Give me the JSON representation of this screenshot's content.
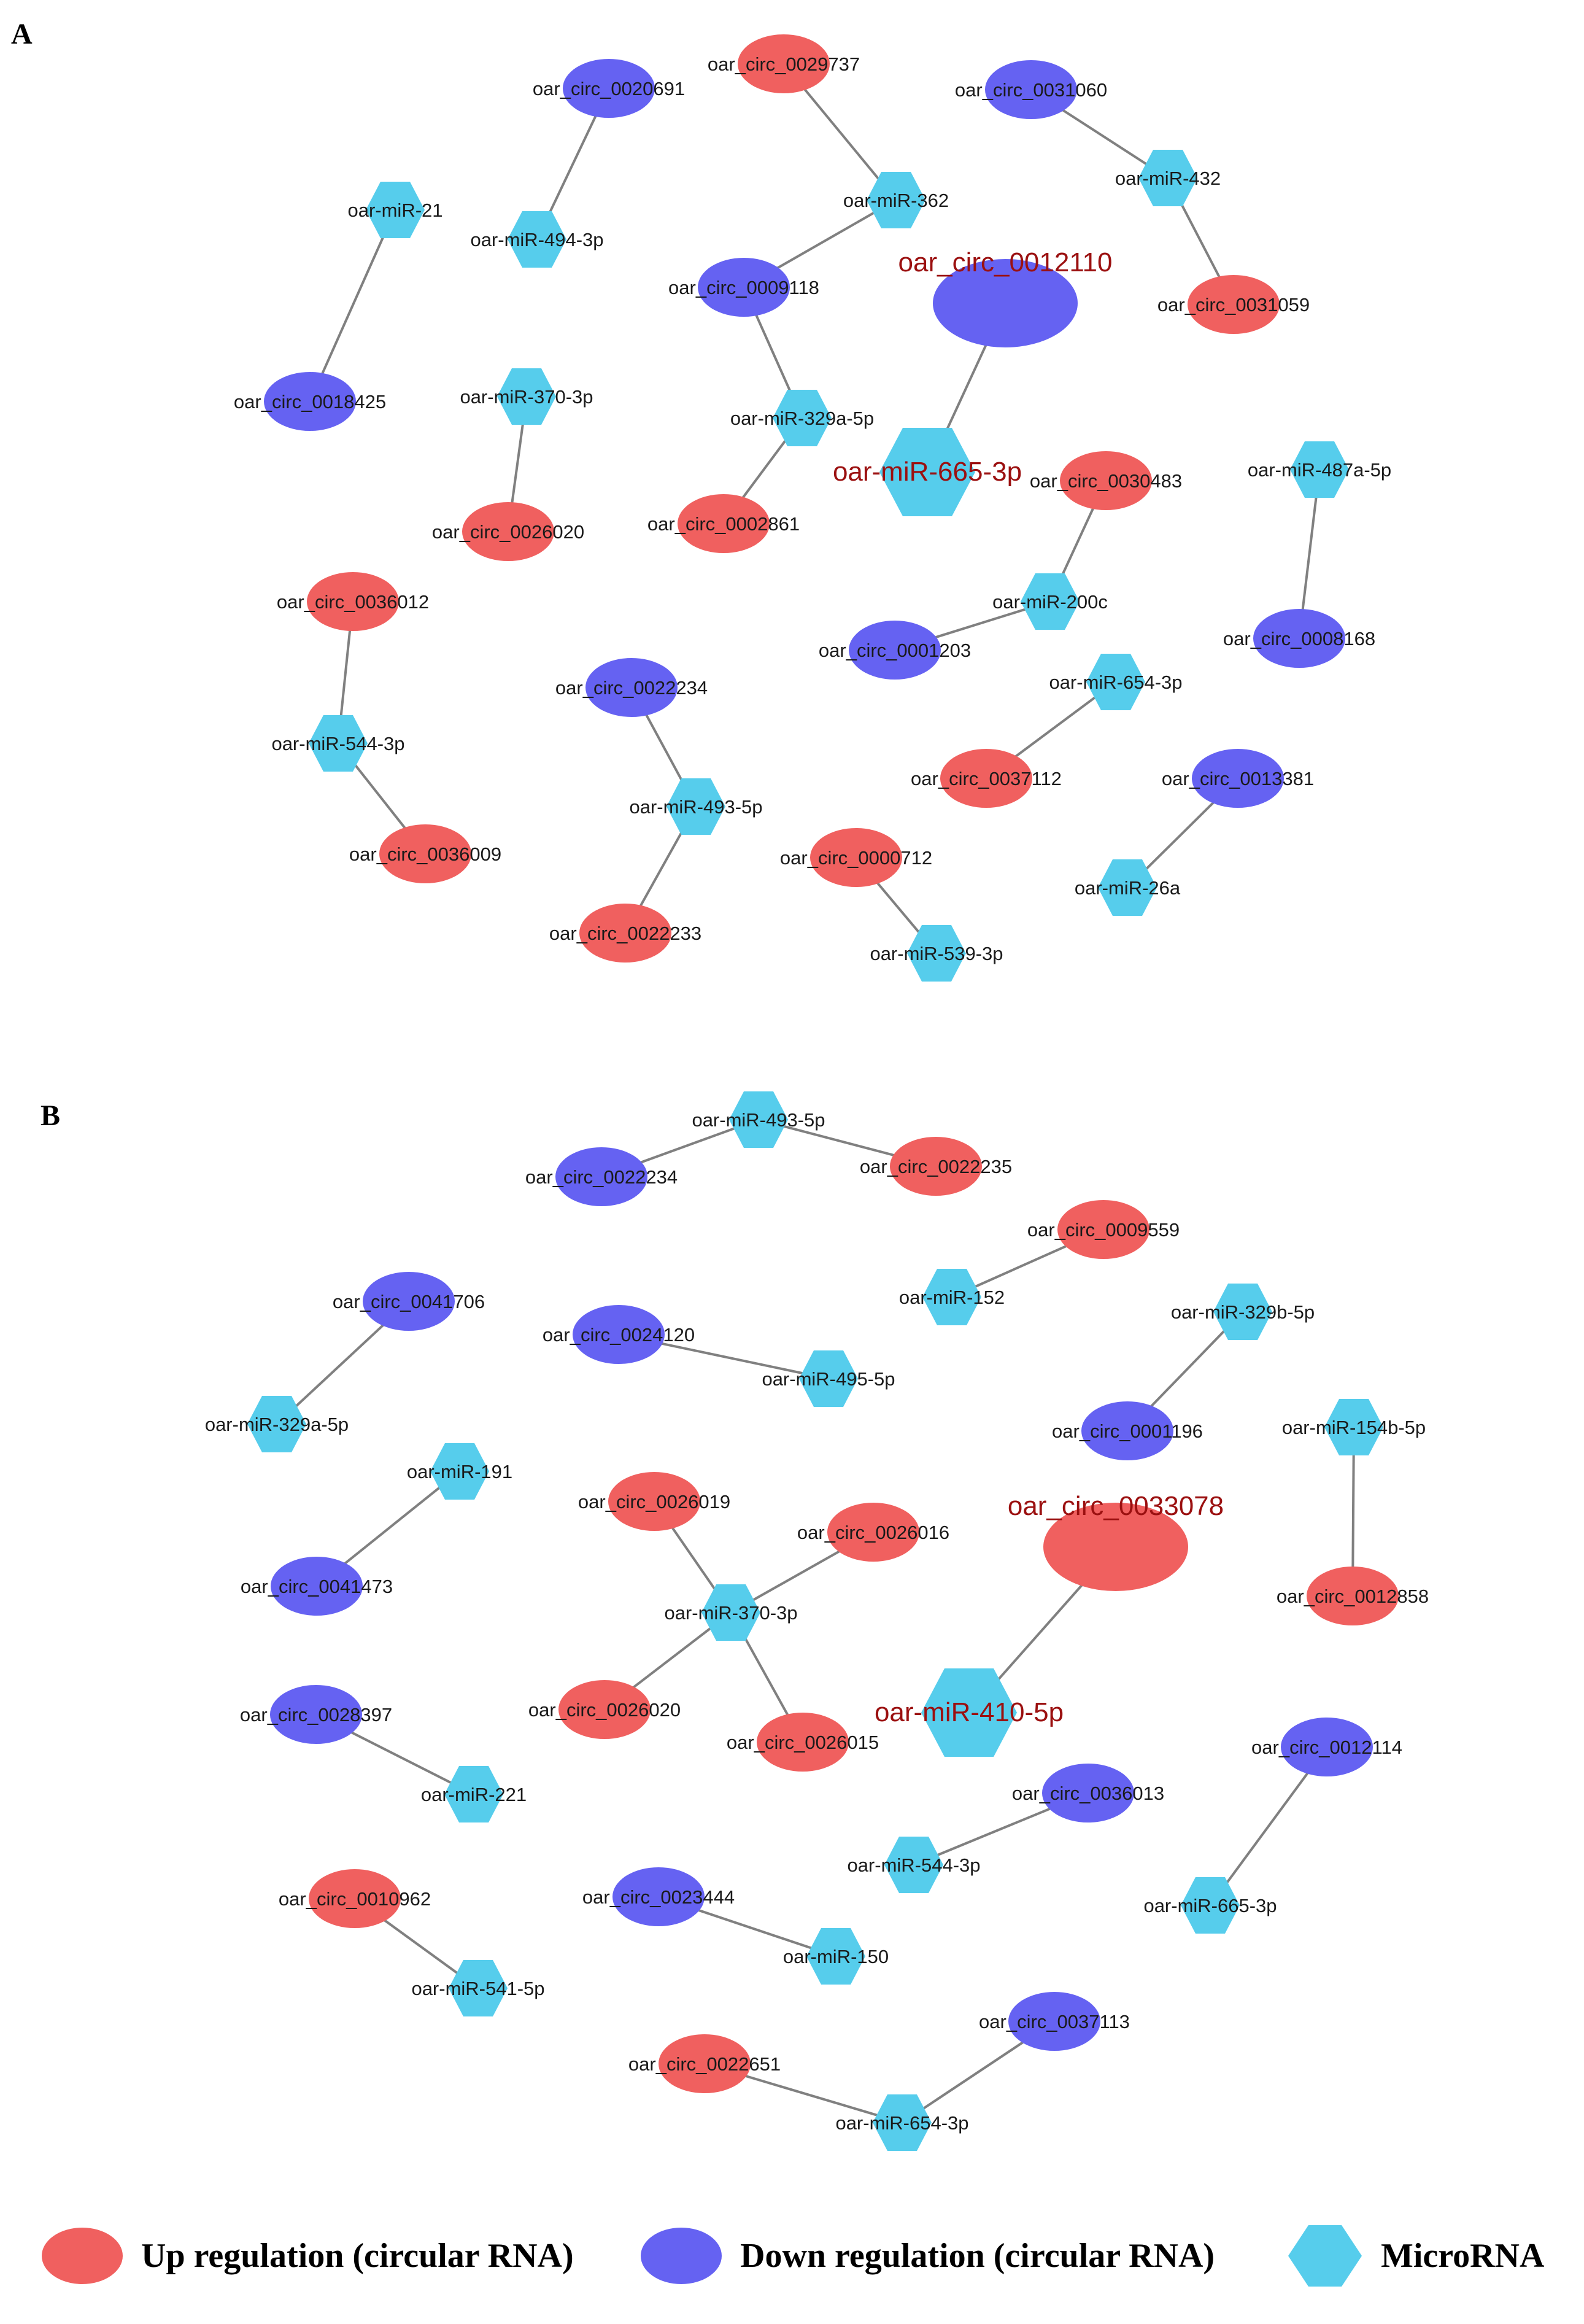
{
  "colors": {
    "up": "#f0605f",
    "down": "#6562f2",
    "mirna": "#56cdec",
    "edge": "#808080",
    "label": "#1a1a1a",
    "highlight": "#9b1010"
  },
  "panels": [
    {
      "letter": "A",
      "nodes": [
        {
          "id": "oar_circ_0029737",
          "type": "up"
        },
        {
          "id": "oar_circ_0020691",
          "type": "down"
        },
        {
          "id": "oar_circ_0031060",
          "type": "down"
        },
        {
          "id": "oar-miR-21",
          "type": "mirna"
        },
        {
          "id": "oar-miR-494-3p",
          "type": "mirna"
        },
        {
          "id": "oar-miR-362",
          "type": "mirna"
        },
        {
          "id": "oar-miR-432",
          "type": "mirna"
        },
        {
          "id": "oar_circ_0009118",
          "type": "down"
        },
        {
          "id": "oar_circ_0012110",
          "type": "down",
          "highlight": true
        },
        {
          "id": "oar_circ_0031059",
          "type": "up"
        },
        {
          "id": "oar_circ_0018425",
          "type": "down"
        },
        {
          "id": "oar-miR-370-3p",
          "type": "mirna"
        },
        {
          "id": "oar-miR-329a-5p",
          "type": "mirna"
        },
        {
          "id": "oar-miR-665-3p",
          "type": "mirna",
          "highlight": true
        },
        {
          "id": "oar_circ_0030483",
          "type": "up"
        },
        {
          "id": "oar-miR-487a-5p",
          "type": "mirna"
        },
        {
          "id": "oar_circ_0026020",
          "type": "up"
        },
        {
          "id": "oar_circ_0002861",
          "type": "up"
        },
        {
          "id": "oar_circ_0036012",
          "type": "up"
        },
        {
          "id": "oar-miR-200c",
          "type": "mirna"
        },
        {
          "id": "oar_circ_0001203",
          "type": "down"
        },
        {
          "id": "oar_circ_0008168",
          "type": "down"
        },
        {
          "id": "oar_circ_0022234",
          "type": "down"
        },
        {
          "id": "oar-miR-654-3p",
          "type": "mirna"
        },
        {
          "id": "oar-miR-544-3p",
          "type": "mirna"
        },
        {
          "id": "oar_circ_0037112",
          "type": "up"
        },
        {
          "id": "oar_circ_0013381",
          "type": "down"
        },
        {
          "id": "oar-miR-493-5p",
          "type": "mirna"
        },
        {
          "id": "oar_circ_0036009",
          "type": "up"
        },
        {
          "id": "oar_circ_0000712",
          "type": "up"
        },
        {
          "id": "oar-miR-26a",
          "type": "mirna"
        },
        {
          "id": "oar_circ_0022233",
          "type": "up"
        },
        {
          "id": "oar-miR-539-3p",
          "type": "mirna"
        }
      ],
      "edges": [
        [
          "oar_circ_0020691",
          "oar-miR-494-3p"
        ],
        [
          "oar_circ_0029737",
          "oar-miR-362"
        ],
        [
          "oar-miR-362",
          "oar_circ_0009118"
        ],
        [
          "oar_circ_0031060",
          "oar-miR-432"
        ],
        [
          "oar-miR-432",
          "oar_circ_0031059"
        ],
        [
          "oar-miR-21",
          "oar_circ_0018425"
        ],
        [
          "oar_circ_0009118",
          "oar-miR-329a-5p"
        ],
        [
          "oar-miR-329a-5p",
          "oar_circ_0002861"
        ],
        [
          "oar_circ_0012110",
          "oar-miR-665-3p"
        ],
        [
          "oar-miR-370-3p",
          "oar_circ_0026020"
        ],
        [
          "oar_circ_0030483",
          "oar-miR-200c"
        ],
        [
          "oar-miR-200c",
          "oar_circ_0001203"
        ],
        [
          "oar-miR-487a-5p",
          "oar_circ_0008168"
        ],
        [
          "oar_circ_0036012",
          "oar-miR-544-3p"
        ],
        [
          "oar-miR-544-3p",
          "oar_circ_0036009"
        ],
        [
          "oar_circ_0022234",
          "oar-miR-493-5p"
        ],
        [
          "oar-miR-493-5p",
          "oar_circ_0022233"
        ],
        [
          "oar-miR-654-3p",
          "oar_circ_0037112"
        ],
        [
          "oar_circ_0013381",
          "oar-miR-26a"
        ],
        [
          "oar_circ_0000712",
          "oar-miR-539-3p"
        ]
      ]
    },
    {
      "letter": "B",
      "nodes": [
        {
          "id": "oar-miR-493-5p",
          "type": "mirna"
        },
        {
          "id": "oar_circ_0022234",
          "type": "down"
        },
        {
          "id": "oar_circ_0022235",
          "type": "up"
        },
        {
          "id": "oar_circ_0009559",
          "type": "up"
        },
        {
          "id": "oar-miR-152",
          "type": "mirna"
        },
        {
          "id": "oar_circ_0041706",
          "type": "down"
        },
        {
          "id": "oar_circ_0024120",
          "type": "down"
        },
        {
          "id": "oar-miR-495-5p",
          "type": "mirna"
        },
        {
          "id": "oar-miR-329b-5p",
          "type": "mirna"
        },
        {
          "id": "oar-miR-329a-5p",
          "type": "mirna"
        },
        {
          "id": "oar_circ_0001196",
          "type": "down"
        },
        {
          "id": "oar-miR-154b-5p",
          "type": "mirna"
        },
        {
          "id": "oar-miR-191",
          "type": "mirna"
        },
        {
          "id": "oar_circ_0026019",
          "type": "up"
        },
        {
          "id": "oar_circ_0026016",
          "type": "up"
        },
        {
          "id": "oar_circ_0033078",
          "type": "up",
          "highlight": true
        },
        {
          "id": "oar_circ_0041473",
          "type": "down"
        },
        {
          "id": "oar_circ_0012858",
          "type": "up"
        },
        {
          "id": "oar-miR-370-3p",
          "type": "mirna"
        },
        {
          "id": "oar-miR-410-5p",
          "type": "mirna",
          "highlight": true
        },
        {
          "id": "oar_circ_0026020",
          "type": "up"
        },
        {
          "id": "oar_circ_0028397",
          "type": "down"
        },
        {
          "id": "oar_circ_0026015",
          "type": "up"
        },
        {
          "id": "oar_circ_0012114",
          "type": "down"
        },
        {
          "id": "oar-miR-221",
          "type": "mirna"
        },
        {
          "id": "oar_circ_0036013",
          "type": "down"
        },
        {
          "id": "oar-miR-544-3p",
          "type": "mirna"
        },
        {
          "id": "oar-miR-665-3p",
          "type": "mirna"
        },
        {
          "id": "oar_circ_0010962",
          "type": "up"
        },
        {
          "id": "oar_circ_0023444",
          "type": "down"
        },
        {
          "id": "oar-miR-150",
          "type": "mirna"
        },
        {
          "id": "oar-miR-541-5p",
          "type": "mirna"
        },
        {
          "id": "oar_circ_0037113",
          "type": "down"
        },
        {
          "id": "oar_circ_0022651",
          "type": "up"
        },
        {
          "id": "oar-miR-654-3p",
          "type": "mirna"
        }
      ],
      "edges": [
        [
          "oar_circ_0022234",
          "oar-miR-493-5p"
        ],
        [
          "oar-miR-493-5p",
          "oar_circ_0022235"
        ],
        [
          "oar_circ_0009559",
          "oar-miR-152"
        ],
        [
          "oar_circ_0041706",
          "oar-miR-329a-5p"
        ],
        [
          "oar_circ_0024120",
          "oar-miR-495-5p"
        ],
        [
          "oar-miR-329b-5p",
          "oar_circ_0001196"
        ],
        [
          "oar-miR-154b-5p",
          "oar_circ_0012858"
        ],
        [
          "oar-miR-191",
          "oar_circ_0041473"
        ],
        [
          "oar_circ_0026019",
          "oar-miR-370-3p"
        ],
        [
          "oar_circ_0026016",
          "oar-miR-370-3p"
        ],
        [
          "oar-miR-370-3p",
          "oar_circ_0026020"
        ],
        [
          "oar-miR-370-3p",
          "oar_circ_0026015"
        ],
        [
          "oar_circ_0033078",
          "oar-miR-410-5p"
        ],
        [
          "oar_circ_0028397",
          "oar-miR-221"
        ],
        [
          "oar_circ_0012114",
          "oar-miR-665-3p"
        ],
        [
          "oar_circ_0036013",
          "oar-miR-544-3p"
        ],
        [
          "oar_circ_0010962",
          "oar-miR-541-5p"
        ],
        [
          "oar_circ_0023444",
          "oar-miR-150"
        ],
        [
          "oar_circ_0037113",
          "oar-miR-654-3p"
        ],
        [
          "oar_circ_0022651",
          "oar-miR-654-3p"
        ]
      ]
    }
  ],
  "legend": [
    {
      "type": "up",
      "label": "Up regulation (circular RNA)"
    },
    {
      "type": "down",
      "label": "Down regulation (circular RNA)"
    },
    {
      "type": "mirna",
      "label": "MicroRNA"
    }
  ]
}
